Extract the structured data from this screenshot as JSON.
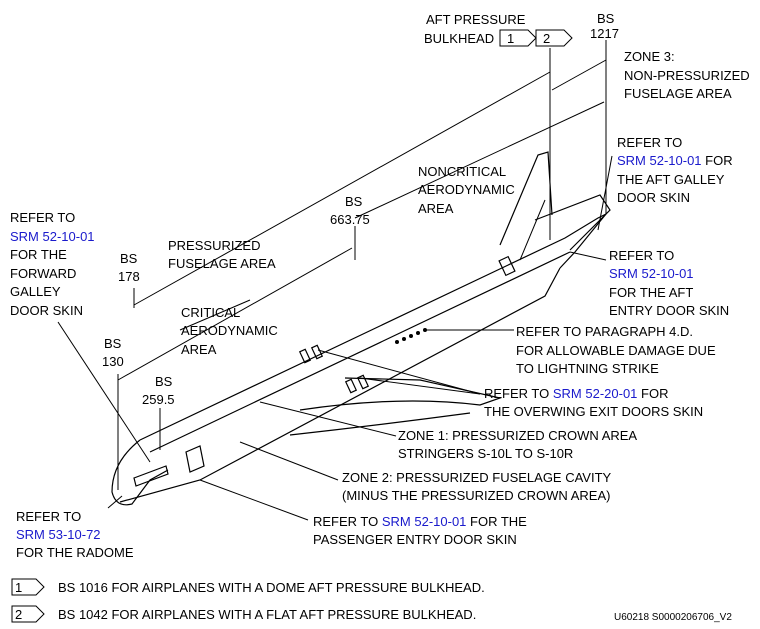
{
  "labels": {
    "aft_pressure": "AFT PRESSURE",
    "bulkhead": "BULKHEAD",
    "flag1": "1",
    "flag2": "2",
    "bs": "BS",
    "bs_1217": "1217",
    "bs_663": "663.75",
    "bs_178": "178",
    "bs_130": "130",
    "bs_259": "259.5",
    "zone3_l1": "ZONE 3:",
    "zone3_l2": "NON-PRESSURIZED",
    "zone3_l3": "FUSELAGE AREA",
    "noncrit_l1": "NONCRITICAL",
    "noncrit_l2": "AERODYNAMIC",
    "noncrit_l3": "AREA",
    "pressurized_l1": "PRESSURIZED",
    "pressurized_l2": "FUSELAGE AREA",
    "critical_l1": "CRITICAL",
    "critical_l2": "AERODYNAMIC",
    "critical_l3": "AREA",
    "refer_to": "REFER TO",
    "aftgalley_srm": "SRM 52-10-01",
    "aftgalley_for": " FOR",
    "aftgalley_l3": "THE AFT GALLEY",
    "aftgalley_l4": "DOOR SKIN",
    "fwdgalley_srm": "SRM 52-10-01",
    "fwdgalley_l3": "FOR THE",
    "fwdgalley_l4": "FORWARD",
    "fwdgalley_l5": "GALLEY",
    "fwdgalley_l6": "DOOR SKIN",
    "aftentry_srm": "SRM 52-10-01",
    "aftentry_l3": "FOR THE AFT",
    "aftentry_l4": "ENTRY DOOR SKIN",
    "para_l1": "REFER TO PARAGRAPH 4.D.",
    "para_l2": "FOR ALLOWABLE DAMAGE DUE",
    "para_l3": "TO LIGHTNING STRIKE",
    "overwing_pre": "REFER TO ",
    "overwing_srm": "SRM 52-20-01",
    "overwing_post": " FOR",
    "overwing_l2": "THE OVERWING EXIT DOORS SKIN",
    "zone1_l1": "ZONE 1: PRESSURIZED CROWN AREA",
    "zone1_l2": "STRINGERS S-10L TO S-10R",
    "zone2_l1": "ZONE 2: PRESSURIZED FUSELAGE CAVITY",
    "zone2_l2": "(MINUS THE PRESSURIZED CROWN AREA)",
    "radome_l1": "REFER TO",
    "radome_srm": "SRM 53-10-72",
    "radome_l3": "FOR THE RADOME",
    "paxdoor_pre": "REFER TO ",
    "paxdoor_srm": "SRM 52-10-01",
    "paxdoor_post": " FOR THE",
    "paxdoor_l2": "PASSENGER ENTRY DOOR SKIN"
  },
  "notes": [
    {
      "flag": "1",
      "text": "BS 1016 FOR AIRPLANES WITH A DOME AFT PRESSURE BULKHEAD."
    },
    {
      "flag": "2",
      "text": "BS 1042 FOR AIRPLANES WITH A FLAT AFT PRESSURE BULKHEAD."
    }
  ],
  "figure_id": "U60218 S0000206706_V2",
  "colors": {
    "link": "#1a1acc",
    "line": "#000000"
  }
}
